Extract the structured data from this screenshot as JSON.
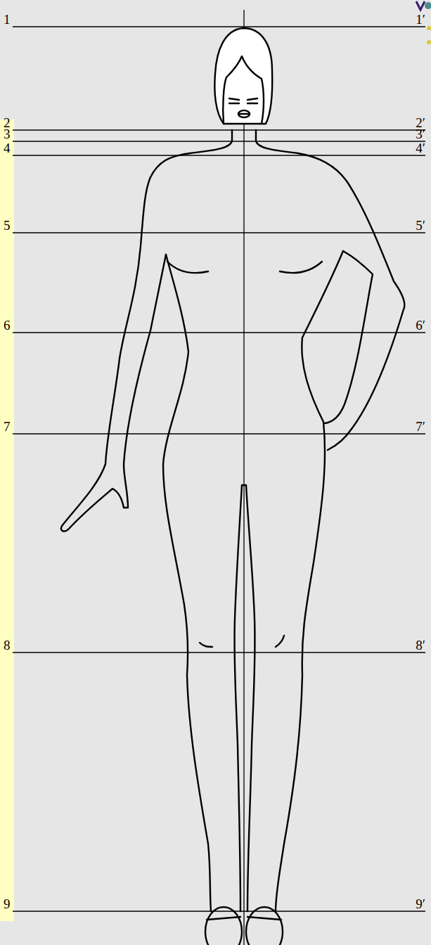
{
  "diagram": {
    "labels": [
      "1",
      "1′",
      "2",
      "2′",
      "3",
      "3′",
      "4",
      "4′",
      "5",
      "5′",
      "6",
      "6′",
      "7",
      "7′",
      "8",
      "8′",
      "9",
      "9′"
    ]
  }
}
